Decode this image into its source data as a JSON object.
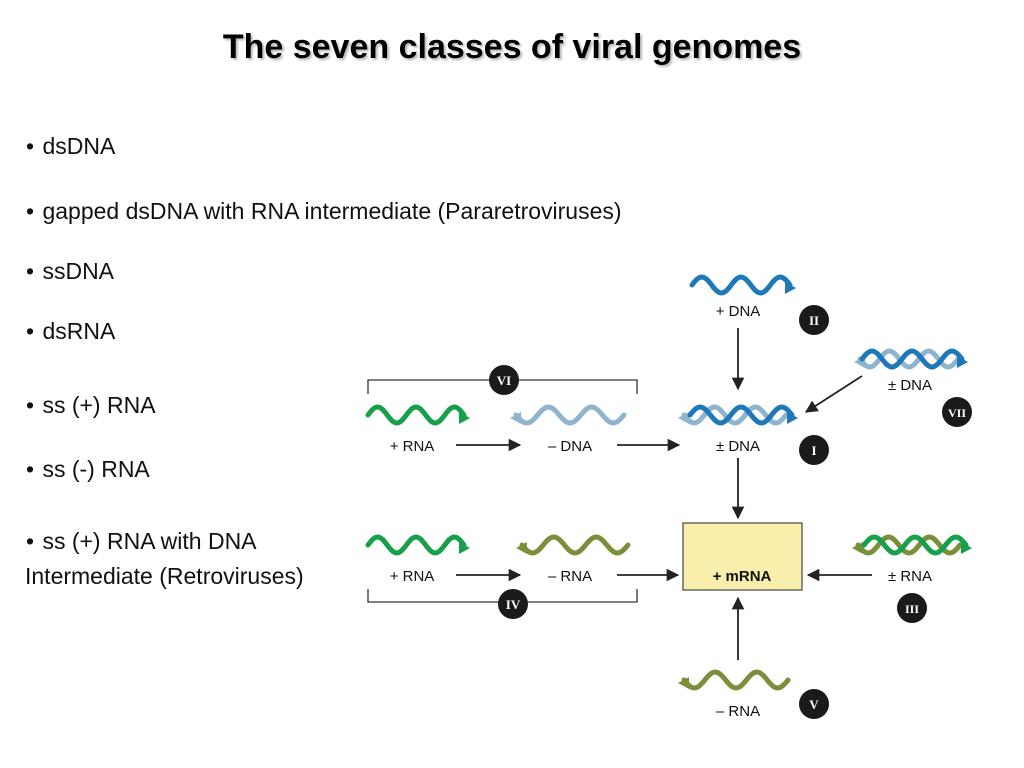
{
  "title": "The seven classes of viral genomes",
  "bullets": [
    "dsDNA",
    "gapped dsDNA with RNA intermediate (Pararetroviruses)",
    "ssDNA",
    "dsRNA",
    "ss (+) RNA",
    "ss (-) RNA",
    "ss (+) RNA with DNA",
    "Intermediate (Retroviruses)"
  ],
  "bullet_glyph": "•",
  "diagram": {
    "labels": {
      "plus_dna": "+ DNA",
      "pm_dna_vii": "± DNA",
      "plus_rna_vi": "+ RNA",
      "minus_dna": "– DNA",
      "pm_dna_i": "± DNA",
      "plus_rna_iv": "+ RNA",
      "minus_rna_iv": "– RNA",
      "mrna": "+ mRNA",
      "pm_rna": "± RNA",
      "minus_rna_v": "– RNA"
    },
    "classes": {
      "I": "I",
      "II": "II",
      "III": "III",
      "IV": "IV",
      "V": "V",
      "VI": "VI",
      "VII": "VII"
    },
    "colors": {
      "dna_dark": "#1f79b9",
      "dna_light": "#8fb5cc",
      "rna_plus": "#17a04a",
      "rna_minus": "#7b8f3a",
      "mrna_box": "#f9eeab",
      "badge": "#1a1a1a"
    }
  }
}
